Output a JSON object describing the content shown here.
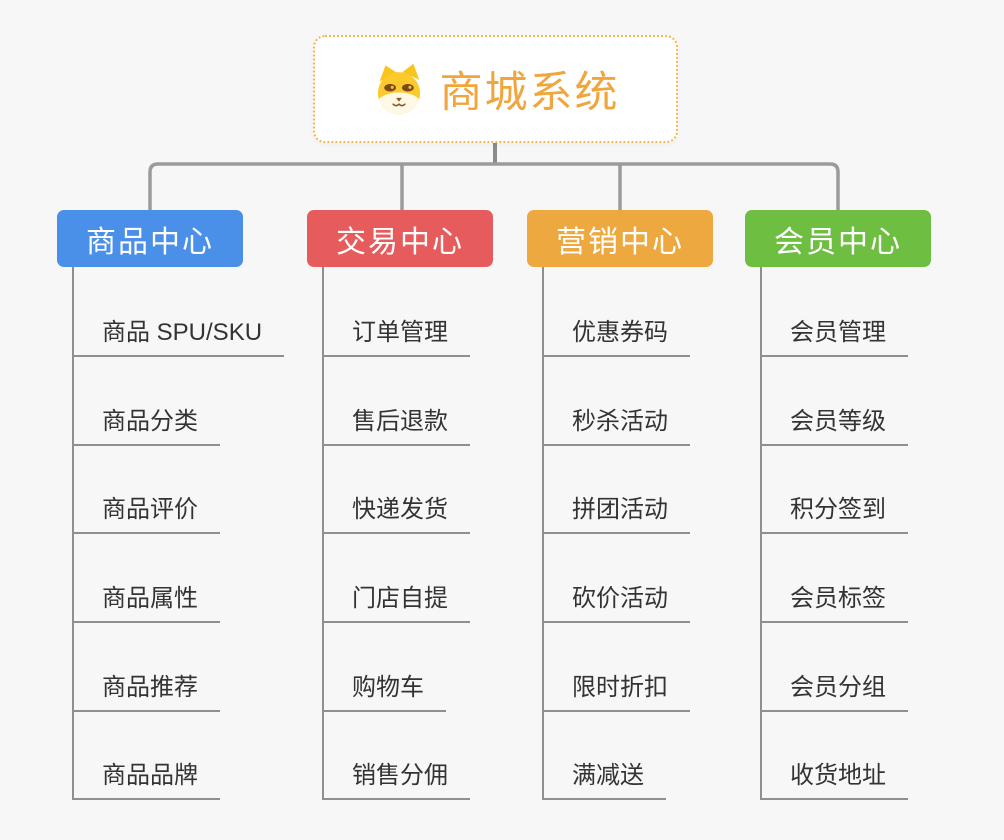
{
  "root": {
    "title": "商城系统",
    "icon": "dog-icon"
  },
  "branches": [
    {
      "label": "商品中心",
      "color": "#4a8fe8",
      "children": [
        "商品 SPU/SKU",
        "商品分类",
        "商品评价",
        "商品属性",
        "商品推荐",
        "商品品牌"
      ]
    },
    {
      "label": "交易中心",
      "color": "#e65c5c",
      "children": [
        "订单管理",
        "售后退款",
        "快递发货",
        "门店自提",
        "购物车",
        "销售分佣"
      ]
    },
    {
      "label": "营销中心",
      "color": "#eda93f",
      "children": [
        "优惠券码",
        "秒杀活动",
        "拼团活动",
        "砍价活动",
        "限时折扣",
        "满减送"
      ]
    },
    {
      "label": "会员中心",
      "color": "#6ebe41",
      "children": [
        "会员管理",
        "会员等级",
        "积分签到",
        "会员标签",
        "会员分组",
        "收货地址"
      ]
    }
  ],
  "colors": {
    "background": "#f7f7f7",
    "root_border": "#f6b552",
    "root_title": "#f0a63c",
    "connector": "#9b9b9b",
    "leaf_text": "#333333",
    "leaf_line": "#8f8f8f"
  }
}
